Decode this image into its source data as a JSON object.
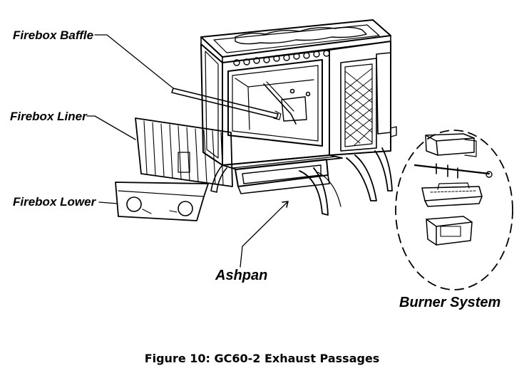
{
  "labels": {
    "firebox_baffle": "Firebox Baffle",
    "firebox_liner": "Firebox Liner",
    "firebox_lower": "Firebox Lower",
    "ashpan": "Ashpan",
    "burner_system": "Burner System"
  },
  "caption": "Figure 10: GC60-2 Exhaust Passages"
}
